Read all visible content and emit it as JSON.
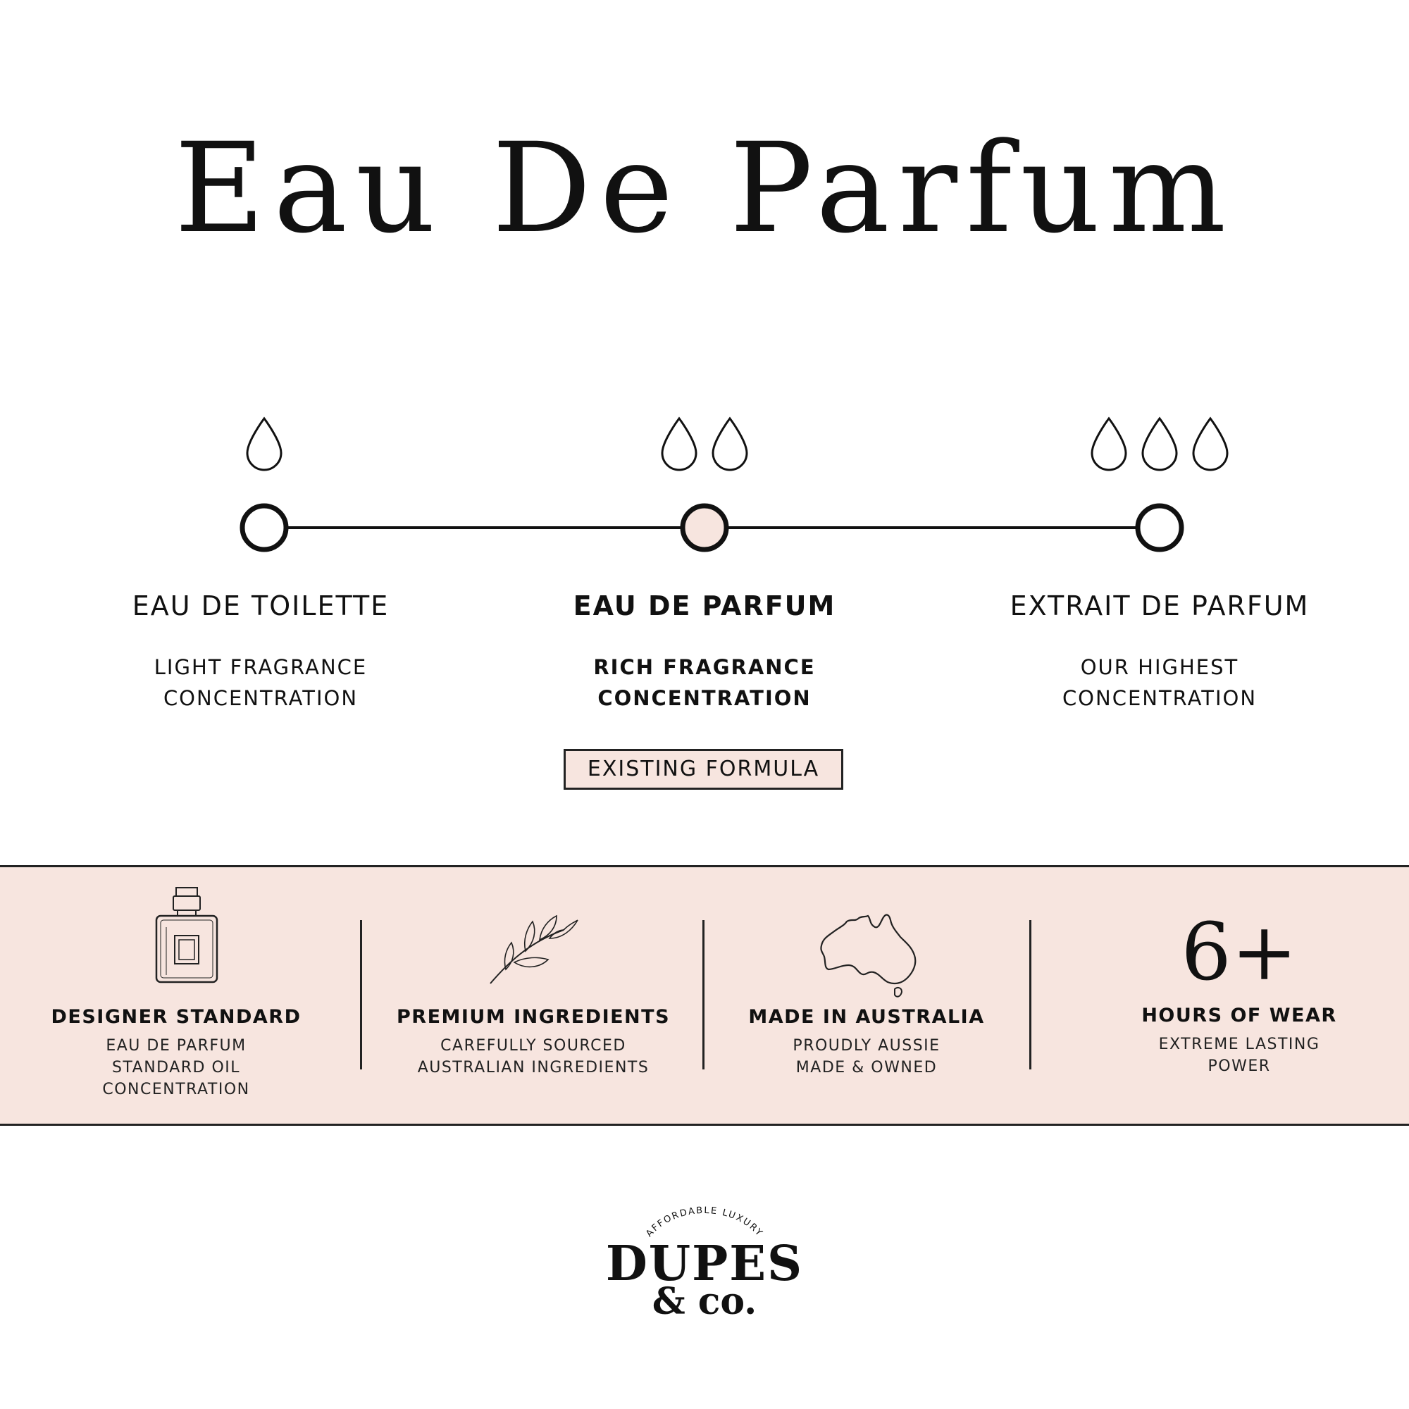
{
  "title": "Eau De Parfum",
  "levels": [
    {
      "name": "EAU DE TOILETTE",
      "desc": [
        "LIGHT FRAGRANCE",
        "CONCENTRATION"
      ],
      "drops": 1,
      "active": false
    },
    {
      "name": "EAU DE PARFUM",
      "desc": [
        "RICH FRAGRANCE",
        "CONCENTRATION"
      ],
      "drops": 2,
      "active": true
    },
    {
      "name": "EXTRAIT DE PARFUM",
      "desc": [
        "OUR HIGHEST",
        "CONCENTRATION"
      ],
      "drops": 3,
      "active": false
    }
  ],
  "badge": "EXISTING FORMULA",
  "features": [
    {
      "icon": "perfume-bottle-icon",
      "title": "DESIGNER STANDARD",
      "desc": [
        "EAU DE PARFUM",
        "STANDARD OIL",
        "CONCENTRATION"
      ]
    },
    {
      "icon": "leaf-branch-icon",
      "title": "PREMIUM INGREDIENTS",
      "desc": [
        "CAREFULLY SOURCED",
        "AUSTRALIAN INGREDIENTS"
      ]
    },
    {
      "icon": "australia-map-icon",
      "title": "MADE IN AUSTRALIA",
      "desc": [
        "PROUDLY AUSSIE",
        "MADE & OWNED"
      ]
    },
    {
      "number": "6+",
      "title": "HOURS OF WEAR",
      "desc": [
        "EXTREME LASTING",
        "POWER"
      ]
    }
  ],
  "logo": {
    "arc_text": "AFFORDABLE LUXURY",
    "main": "DUPES",
    "sub": "& co."
  },
  "colors": {
    "accent": "#f7e5df",
    "ink": "#111111",
    "background": "#ffffff"
  }
}
